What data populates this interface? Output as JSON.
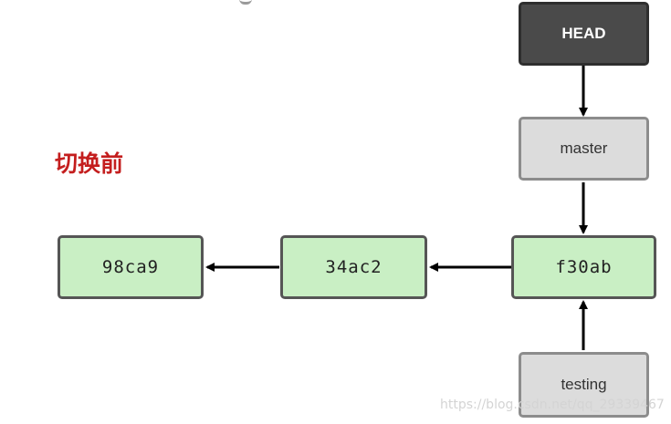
{
  "caption": "切换前",
  "pointers": {
    "head": "HEAD",
    "master": "master",
    "testing": "testing"
  },
  "commits": [
    "98ca9",
    "34ac2",
    "f30ab"
  ],
  "watermark": "https://blog.csdn.net/qq_29339467",
  "colors": {
    "head_fill": "#4a4a4a",
    "branch_fill": "#dcdcdc",
    "commit_fill": "#c9efc4",
    "caption": "#c41e1e"
  }
}
